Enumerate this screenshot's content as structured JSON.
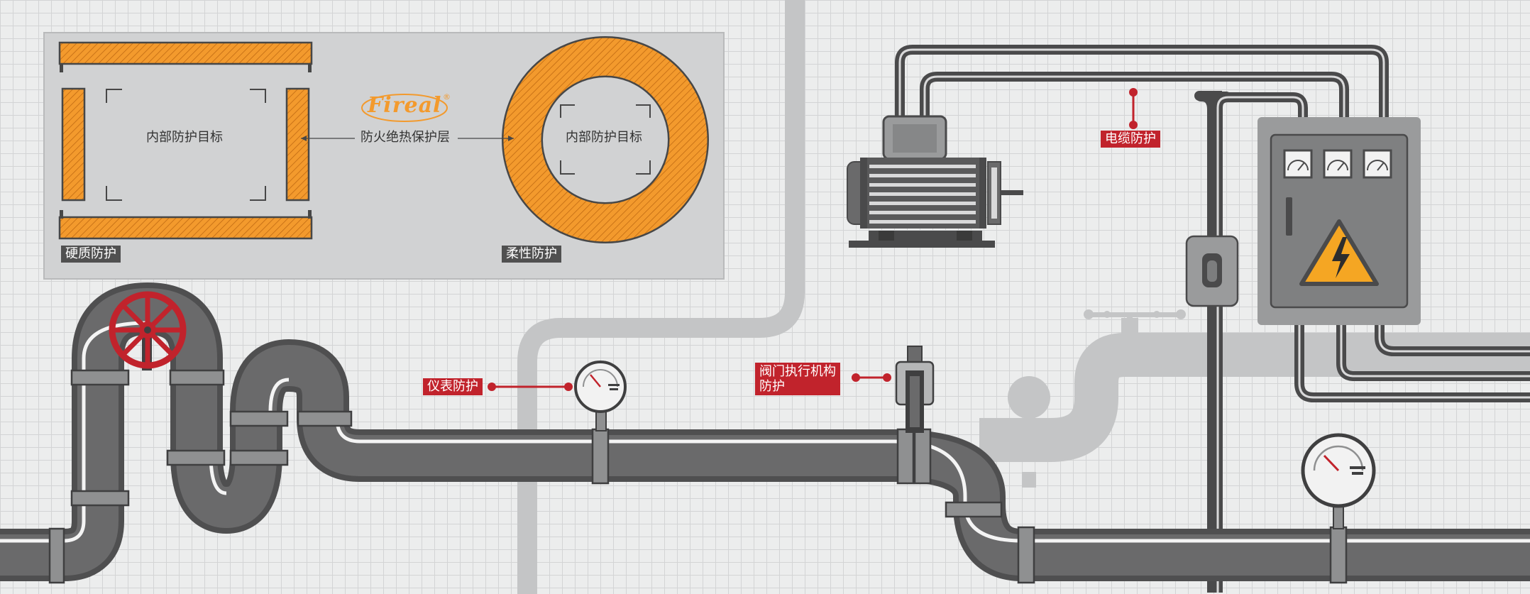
{
  "legend_panel": {
    "rigid_target_label": "内部防护目标",
    "flexible_target_label": "内部防护目标",
    "layer_label": "防火绝热保护层",
    "rigid_tag": "硬质防护",
    "flexible_tag": "柔性防护",
    "brand_logo": "Fireal",
    "brand_reg": "®"
  },
  "callouts": {
    "instrument": "仪表防护",
    "valve_actuator": "阀门执行机构\n防护",
    "cable": "电缆防护"
  },
  "colors": {
    "orange": "#f39a2d",
    "pipe_dark": "#4f4f50",
    "pipe_mid": "#6a6a6b",
    "accent_red": "#c1232c",
    "warning_yellow": "#f5a623"
  },
  "icons": [
    "hand-wheel-valve-icon",
    "pressure-gauge-icon",
    "electric-motor-icon",
    "control-cabinet-icon",
    "high-voltage-warning-icon",
    "junction-box-icon"
  ]
}
